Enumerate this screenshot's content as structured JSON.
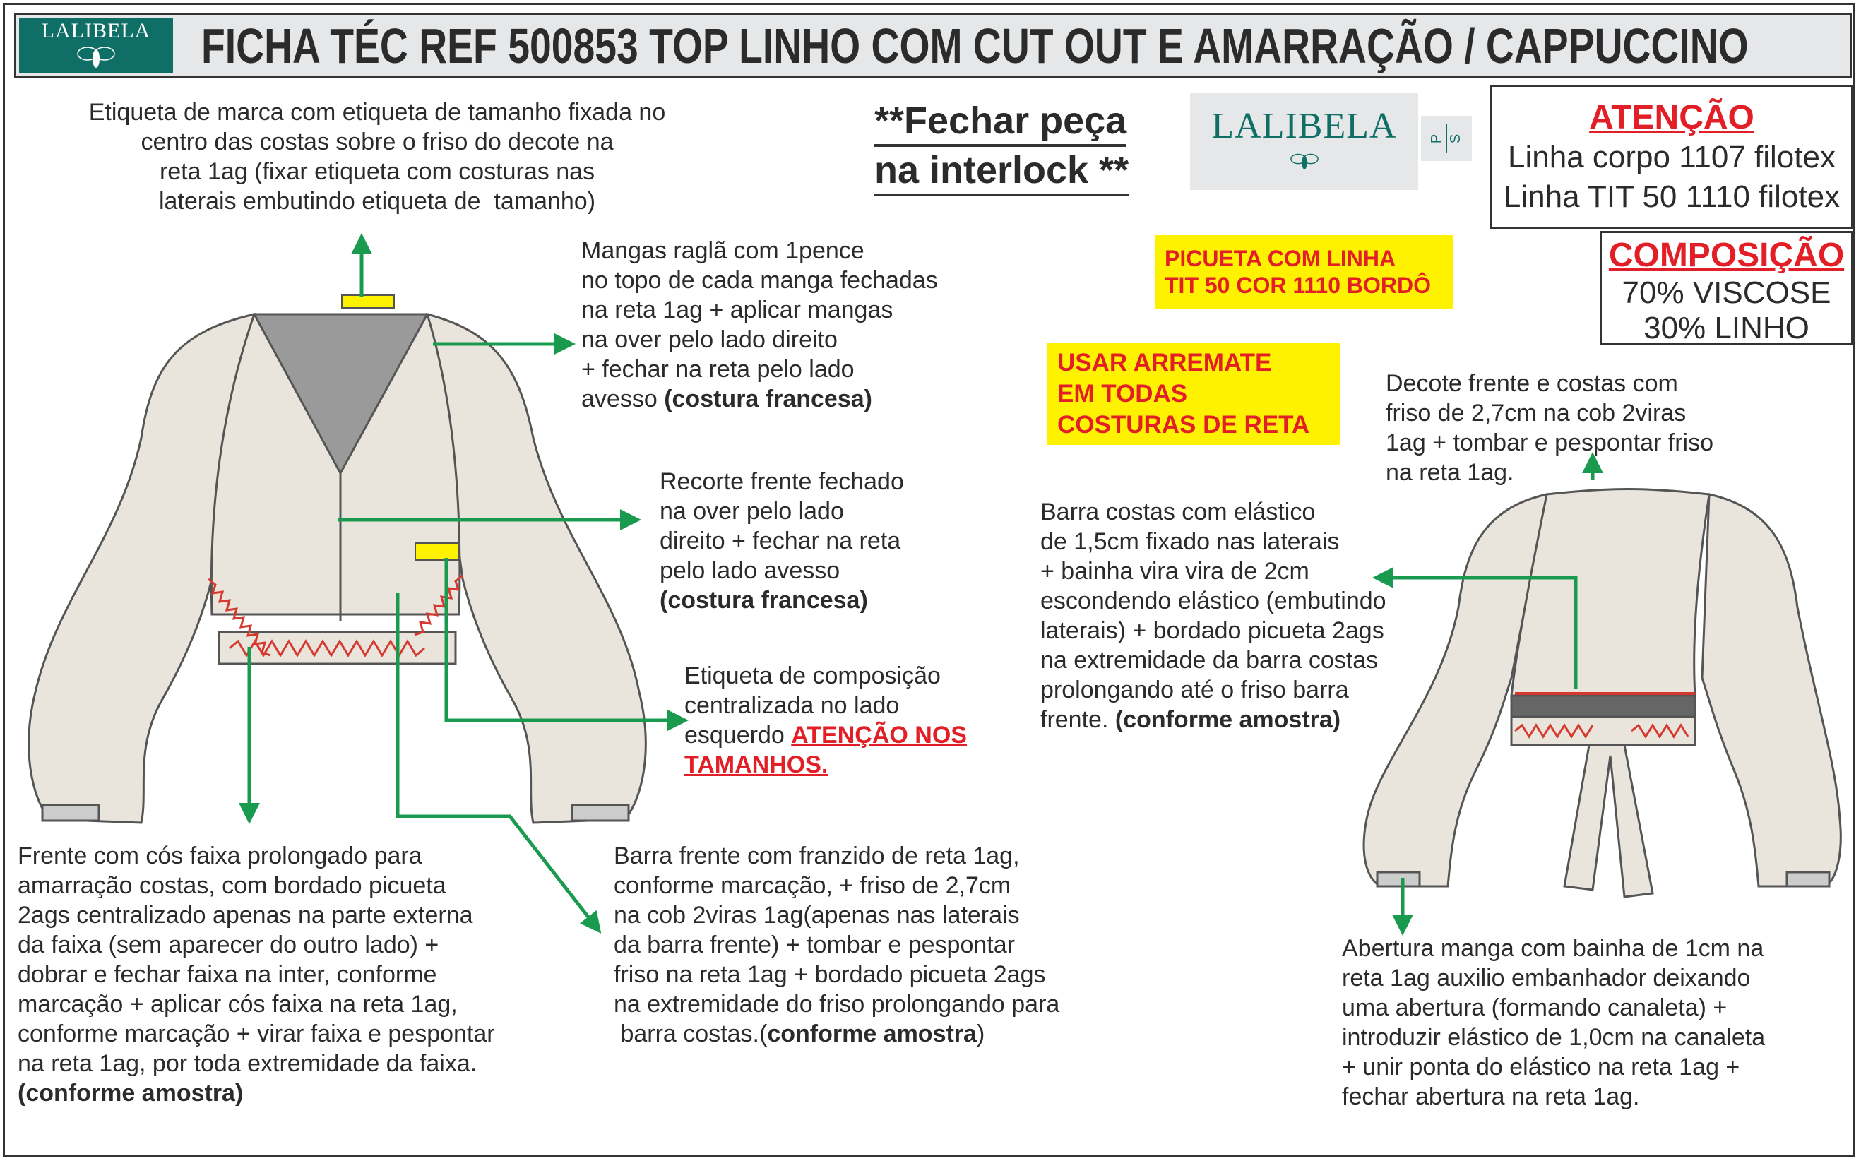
{
  "header": {
    "logo": "LALIBELA",
    "title": "FICHA TÉC REF 500853 TOP LINHO COM CUT OUT E AMARRAÇÃO / CAPPUCCINO"
  },
  "fechar_note": [
    "**Fechar peça",
    "na interlock **"
  ],
  "brand_logo": {
    "name": "LALIBELA",
    "p": "P",
    "s": "S"
  },
  "atencao": {
    "heading": "ATENÇÃO",
    "lines": [
      "Linha corpo 1107 filotex",
      "Linha TIT 50 1110 filotex"
    ]
  },
  "composicao": {
    "heading": "COMPOSIÇÃO",
    "lines": [
      "70% VISCOSE",
      "30% LINHO"
    ]
  },
  "picueta": [
    "PICUETA COM LINHA",
    "TIT 50 COR 1110 BORDÔ"
  ],
  "arremate": [
    "USAR ARREMATE",
    "EM TODAS",
    "COSTURAS DE RETA"
  ],
  "notes": {
    "etiqueta_marca": [
      "Etiqueta de marca com etiqueta de tamanho fixada no",
      "centro das costas sobre o friso do decote na",
      "reta 1ag (fixar etiqueta com costuras nas",
      "laterais embutindo etiqueta de  tamanho)"
    ],
    "mangas": [
      "Mangas raglã com 1pence",
      "no topo de cada manga fechadas",
      "na reta 1ag + aplicar mangas",
      "na over pelo lado direito",
      "+ fechar na reta pelo lado",
      "avesso ",
      "(costura francesa)"
    ],
    "recorte": [
      "Recorte frente fechado",
      "na over pelo lado",
      "direito + fechar na reta",
      "pelo lado avesso",
      "(costura francesa)"
    ],
    "etiqueta_comp": [
      "Etiqueta de composição",
      "centralizada no lado",
      "esquerdo ",
      "ATENÇÃO NOS",
      "TAMANHOS."
    ],
    "frente_cos": [
      "Frente com cós faixa prolongado para",
      "amarração costas, com bordado picueta",
      "2ags centralizado apenas na parte externa",
      "da faixa (sem aparecer do outro lado) +",
      "dobrar e fechar faixa na inter, conforme",
      "marcação + aplicar cós faixa na reta 1ag,",
      "conforme marcação + virar faixa e pespontar",
      "na reta 1ag, por toda extremidade da faixa.",
      "(conforme amostra)"
    ],
    "barra_frente": [
      "Barra frente com franzido de reta 1ag,",
      "conforme marcação, + friso de 2,7cm",
      "na cob 2viras 1ag(apenas nas laterais",
      "da barra frente) + tombar e pespontar",
      "friso na reta 1ag + bordado picueta 2ags",
      "na extremidade do friso prolongando para",
      " barra costas.(",
      "conforme amostra",
      ")"
    ],
    "decote": [
      "Decote frente e costas com",
      "friso de 2,7cm na cob 2viras",
      "1ag + tombar e pespontar friso",
      "na reta 1ag."
    ],
    "barra_costas": [
      "Barra costas com elástico",
      "de 1,5cm fixado nas laterais",
      "+ bainha vira vira de 2cm",
      "escondendo elástico (embutindo",
      "laterais) + bordado picueta 2ags",
      "na extremidade da barra costas",
      "prolongando até o friso barra",
      "frente. ",
      "(conforme amostra)"
    ],
    "abertura": [
      "Abertura manga com bainha de 1cm na",
      "reta 1ag auxilio embanhador deixando",
      "uma abertura (formando canaleta) +",
      "introduzir elástico de 1,0cm na canaleta",
      "+ unir ponta do elástico na reta 1ag +",
      "fechar abertura na reta 1ag."
    ]
  },
  "colors": {
    "brand": "#0f6f66",
    "accent_red": "#e21f26",
    "highlight": "#fff200",
    "arrow": "#1a9a4f",
    "fabric": "#e9e5dd",
    "stitch": "#d63a2e"
  }
}
